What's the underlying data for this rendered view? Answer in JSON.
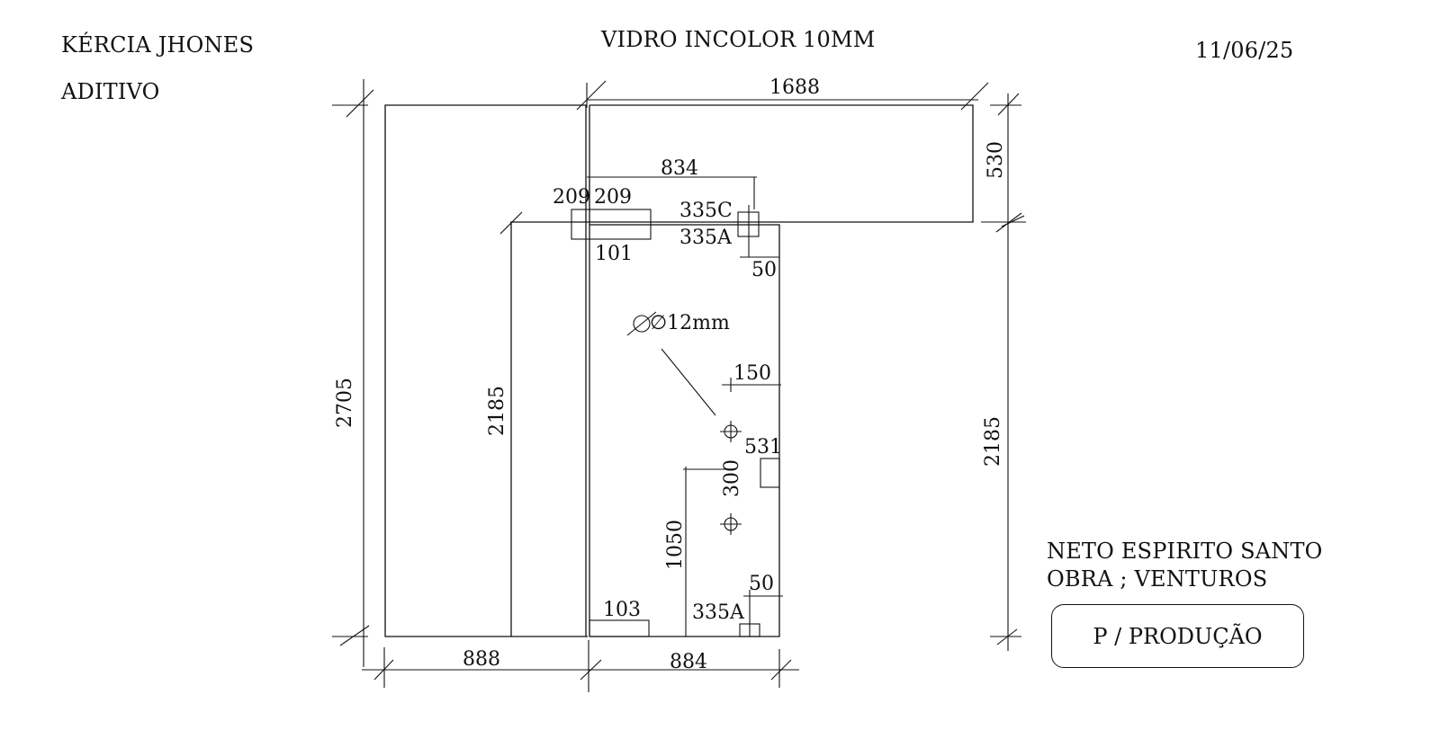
{
  "header": {
    "client": "KÉRCIA JHONES",
    "doc_type": "ADITIVO",
    "title": "VIDRO INCOLOR 10MM",
    "date": "11/06/25"
  },
  "company": {
    "line1": "NETO ESPIRITO SANTO",
    "line2": "OBRA ; VENTUROS"
  },
  "stamp": "P / PRODUÇÃO",
  "dimensions": {
    "top_width": "1688",
    "right_top_height": "530",
    "inner_width": "834",
    "notch_left": "209",
    "notch_right": "209",
    "hinge_upper_c": "335C",
    "hinge_upper_a": "335A",
    "notch_height": "101",
    "hinge_offset_top": "50",
    "hole_diameter": "∅12mm",
    "hole_offset": "150",
    "lock_height": "531",
    "hole_spacing": "300",
    "hole_floor_height": "1050",
    "hinge_offset_bottom": "50",
    "hinge_lower_a": "335A",
    "bottom_notch": "103",
    "left_height": "2705",
    "mid_height": "2185",
    "right_height": "2185",
    "bottom_left_width": "888",
    "bottom_right_width": "884"
  }
}
